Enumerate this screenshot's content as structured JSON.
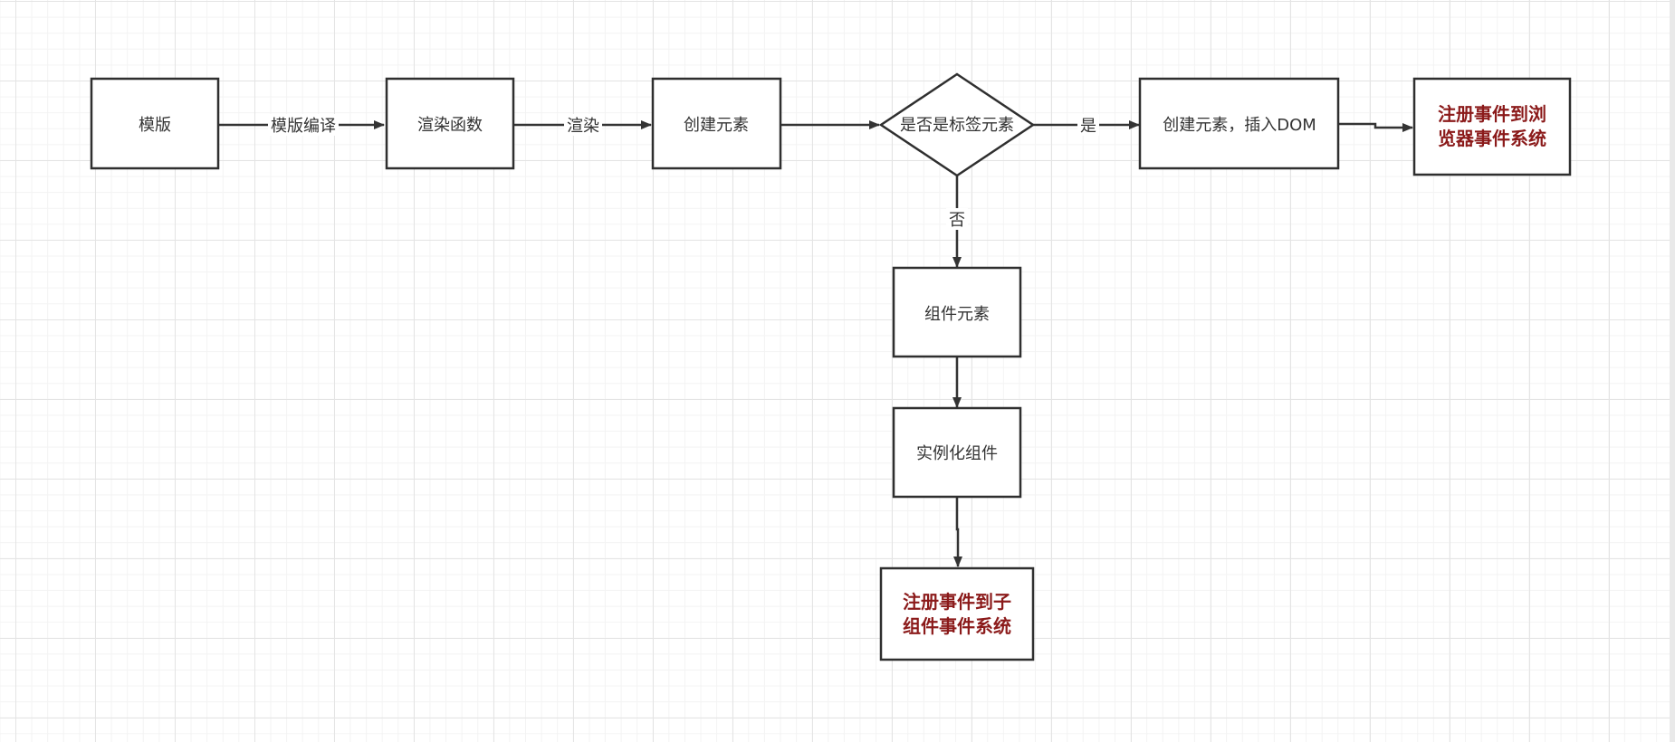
{
  "colors": {
    "emphasis": "#8b1a1a",
    "stroke": "#2f2f2f",
    "text": "#333333"
  },
  "nodes": {
    "template": {
      "lines": [
        "模版"
      ]
    },
    "render_fn": {
      "lines": [
        "渲染函数"
      ]
    },
    "create_el": {
      "lines": [
        "创建元素"
      ]
    },
    "is_tag": {
      "lines": [
        "是否是标签元素"
      ]
    },
    "create_insert": {
      "lines": [
        "创建元素，插入DOM"
      ]
    },
    "register_browser": {
      "lines": [
        "注册事件到浏",
        "览器事件系统"
      ]
    },
    "component": {
      "lines": [
        "组件元素"
      ]
    },
    "instantiate": {
      "lines": [
        "实例化组件"
      ]
    },
    "register_child": {
      "lines": [
        "注册事件到子",
        "组件事件系统"
      ]
    }
  },
  "edges": {
    "compile": "模版编译",
    "render": "渲染",
    "yes": "是",
    "no": "否"
  }
}
